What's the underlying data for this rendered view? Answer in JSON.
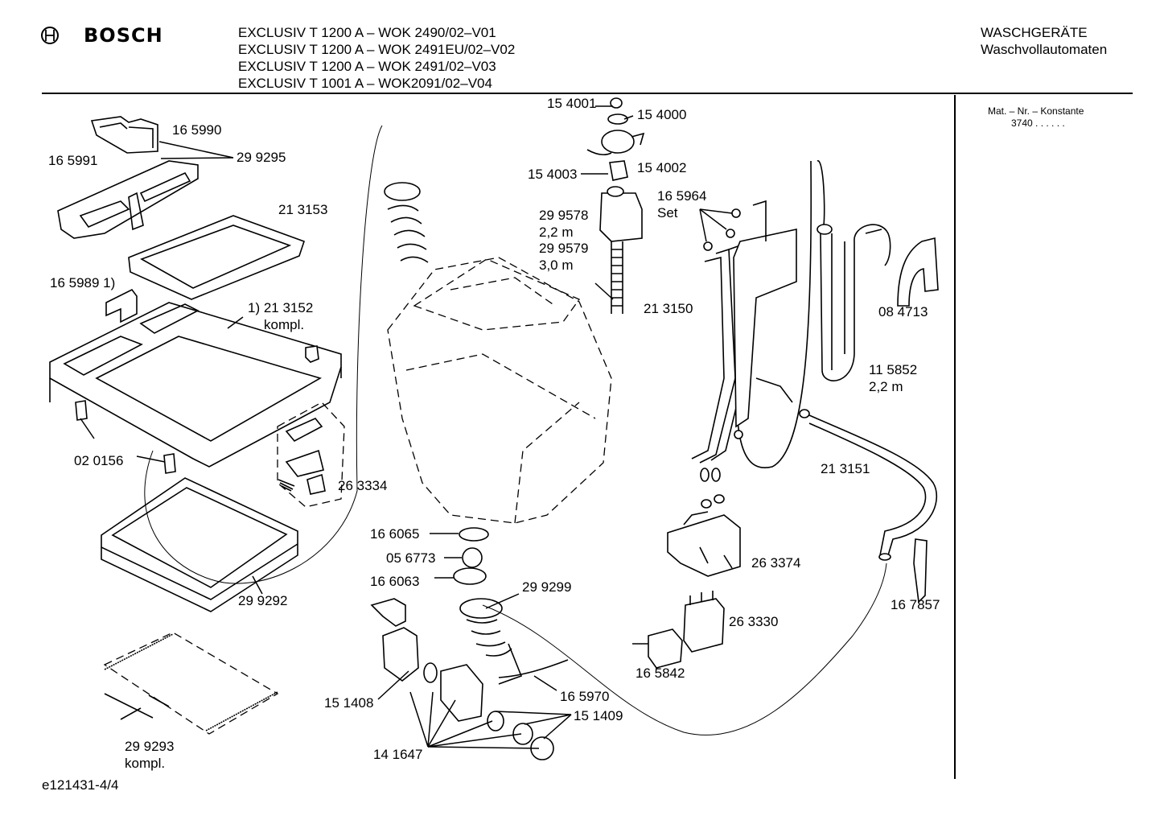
{
  "header": {
    "brand": "BOSCH",
    "models": [
      "EXCLUSIV T 1200 A – WOK 2490/02–V01",
      "EXCLUSIV T 1200 A – WOK 2491EU/02–V02",
      "EXCLUSIV T 1200 A – WOK 2491/02–V03",
      "EXCLUSIV T 1001 A – WOK2091/02–V04"
    ],
    "category": "WASCHGERÄTE",
    "subcategory": "Waschvollautomaten"
  },
  "side_panel": {
    "label": "Mat. – Nr. – Konstante",
    "value": "3740 .  .   .  .  .  ."
  },
  "footer": {
    "doc_id": "e121431-4/4"
  },
  "parts": {
    "p165990": "16 5990",
    "p165991": "16 5991",
    "p299295": "29 9295",
    "p213153": "21 3153",
    "p165989": "16 5989 1)",
    "p213152": "1) 21 3152",
    "kompl1": "kompl.",
    "p020156": "02 0156",
    "p263334": "26 3334",
    "p299292": "29 9292",
    "p299293": "29 9293",
    "kompl2": "kompl.",
    "p154001": "15 4001",
    "p154000": "15 4000",
    "p154002": "15 4002",
    "p154003": "15 4003",
    "p299578": "29 9578",
    "len22a": "2,2 m",
    "p299579": "29 9579",
    "len30": "3,0 m",
    "p165964": "16 5964",
    "set": "Set",
    "p213150": "21 3150",
    "p084713": "08 4713",
    "p115852": "11 5852",
    "len22b": "2,2 m",
    "p213151": "21 3151",
    "p166065": "16 6065",
    "p056773": "05 6773",
    "p166063": "16 6063",
    "p299299": "29 9299",
    "p263374": "26 3374",
    "p263330": "26 3330",
    "p167857": "16 7857",
    "p165842": "16 5842",
    "p165970": "16 5970",
    "p151408": "15 1408",
    "p151409": "15 1409",
    "p141647": "14 1647"
  }
}
